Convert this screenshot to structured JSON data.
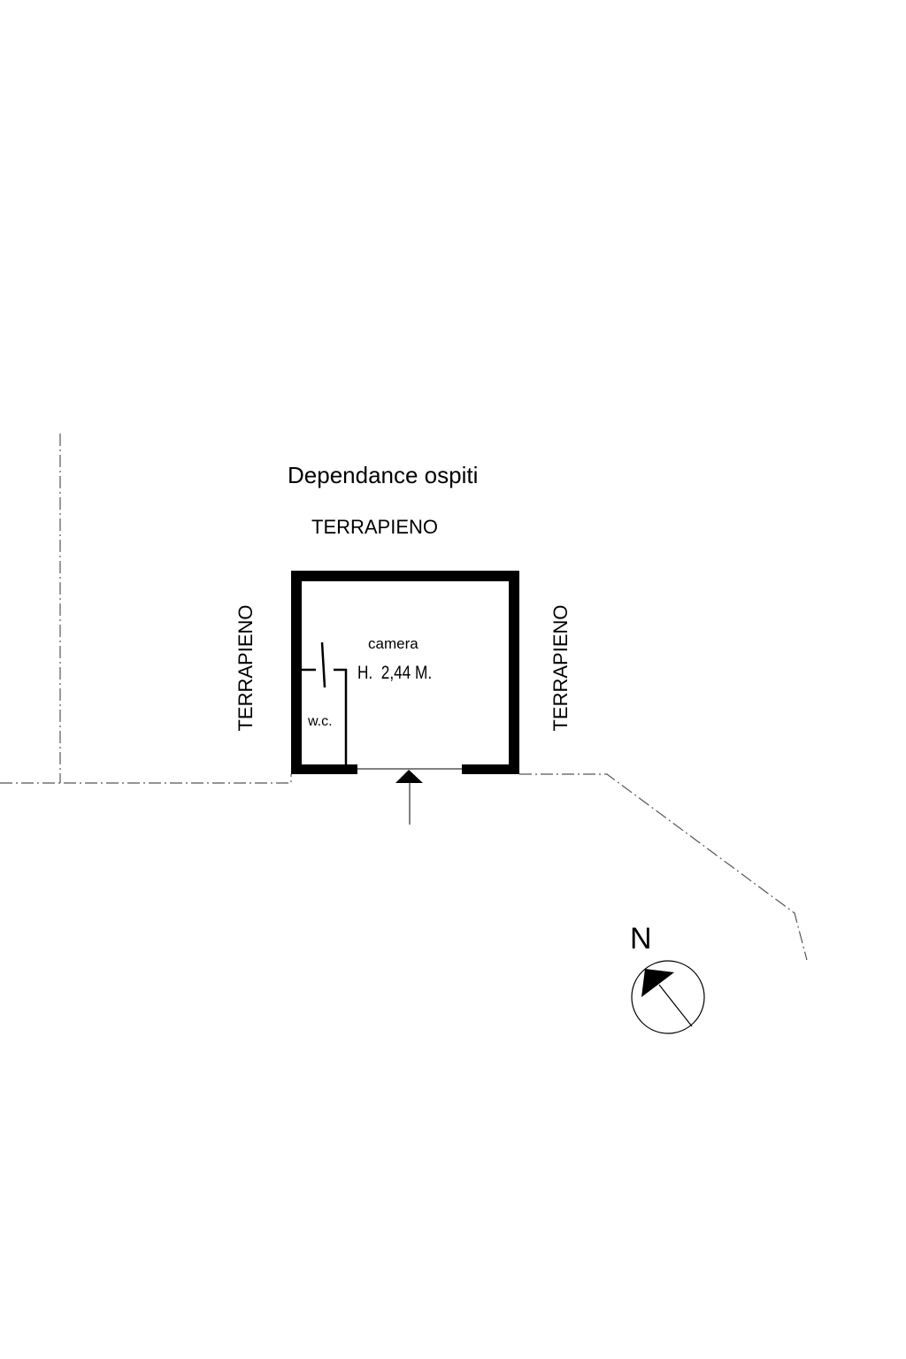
{
  "title": "Dependance ospiti",
  "labels": {
    "top": "TERRAPIENO",
    "left": "TERRAPIENO",
    "right": "TERRAPIENO"
  },
  "rooms": {
    "main_name": "camera",
    "main_height": "H.  2,44 M.",
    "wc_name": "w.c."
  },
  "compass": {
    "label": "N",
    "icon": "north-arrow-icon"
  },
  "colors": {
    "ink": "#000000",
    "background": "#ffffff"
  }
}
